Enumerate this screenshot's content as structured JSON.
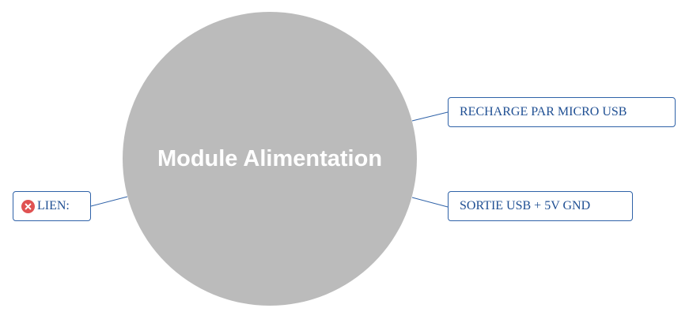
{
  "center": {
    "label": "Module Alimentation"
  },
  "branches": {
    "recharge": {
      "label": "RECHARGE PAR MICRO USB"
    },
    "sortie": {
      "label": "SORTIE USB + 5V GND"
    },
    "lien": {
      "label": "LIEN:",
      "icon": "error-icon"
    }
  },
  "colors": {
    "center_fill": "#bbbbbb",
    "center_text": "#ffffff",
    "topic_border": "#2f62a8",
    "topic_text": "#1f4f93",
    "error_icon": "#e05252"
  }
}
